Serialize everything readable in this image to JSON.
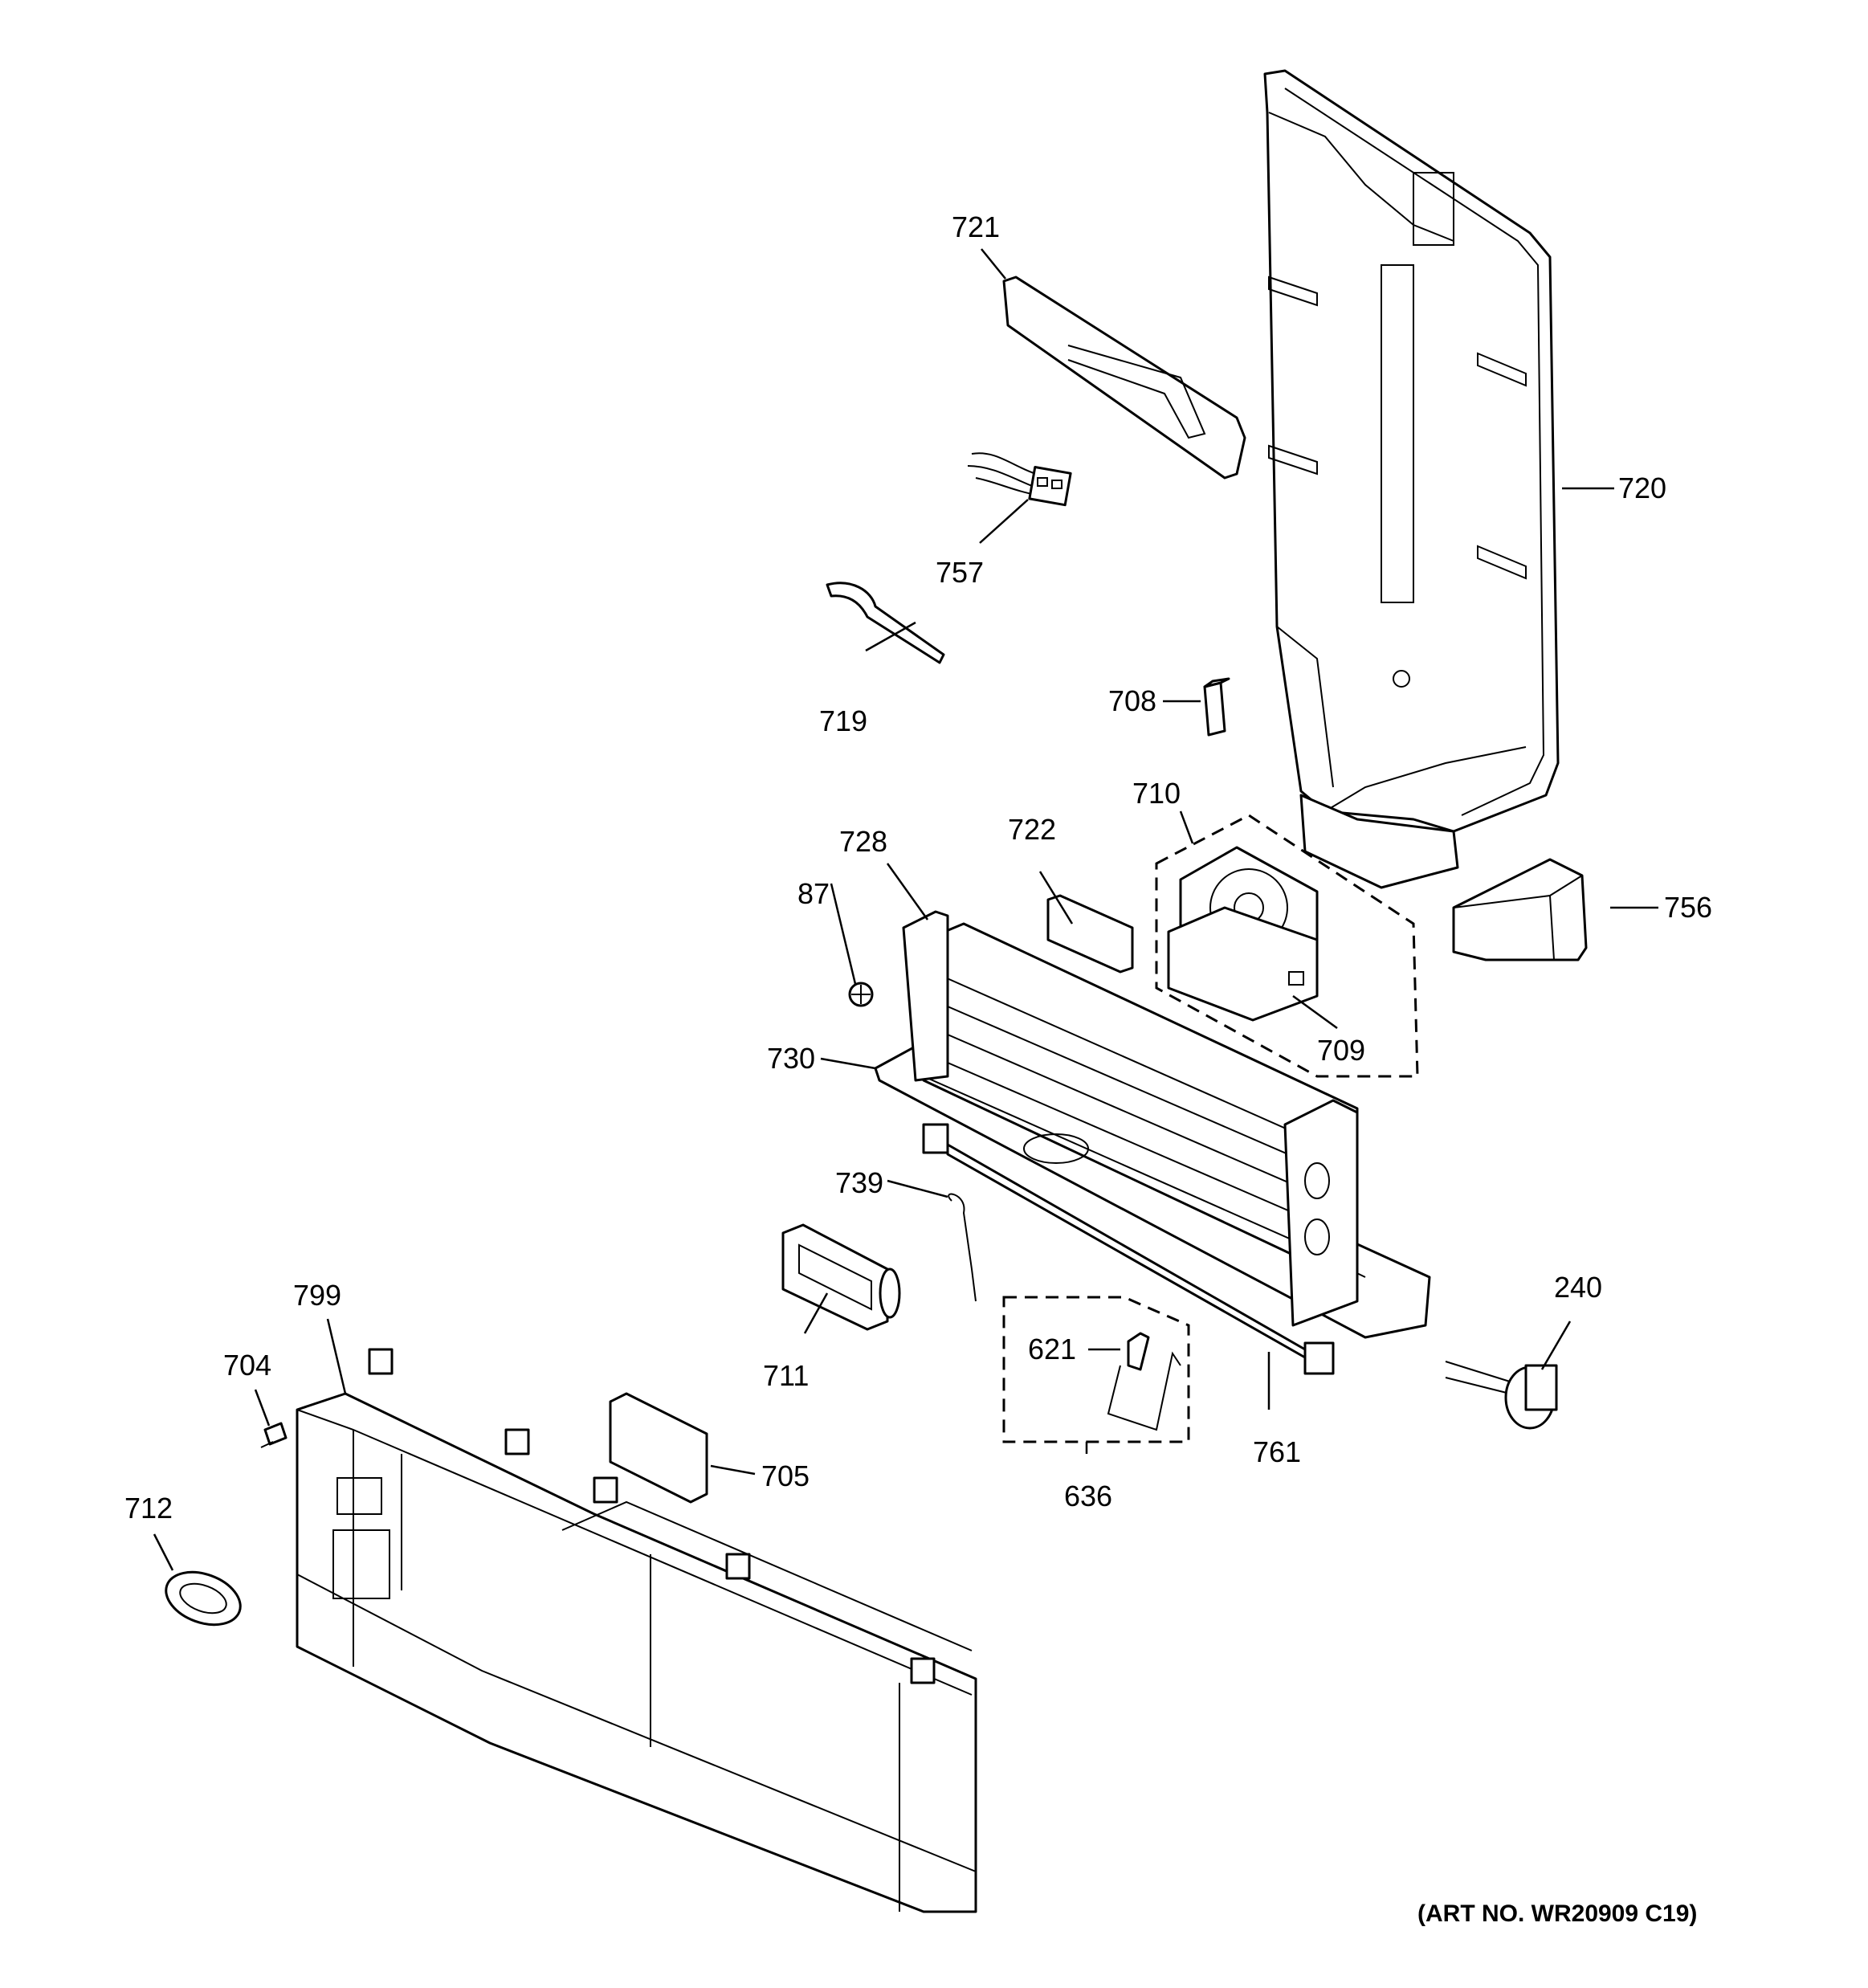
{
  "art_number": "(ART NO. WR20909 C19)",
  "labels": {
    "p721": "721",
    "p720": "720",
    "p757": "757",
    "p719": "719",
    "p708": "708",
    "p710": "710",
    "p722": "722",
    "p728": "728",
    "p87": "87",
    "p756": "756",
    "p709": "709",
    "p730": "730",
    "p739": "739",
    "p240": "240",
    "p799": "799",
    "p704": "704",
    "p621": "621",
    "p711": "711",
    "p705": "705",
    "p761": "761",
    "p636": "636",
    "p712": "712"
  }
}
